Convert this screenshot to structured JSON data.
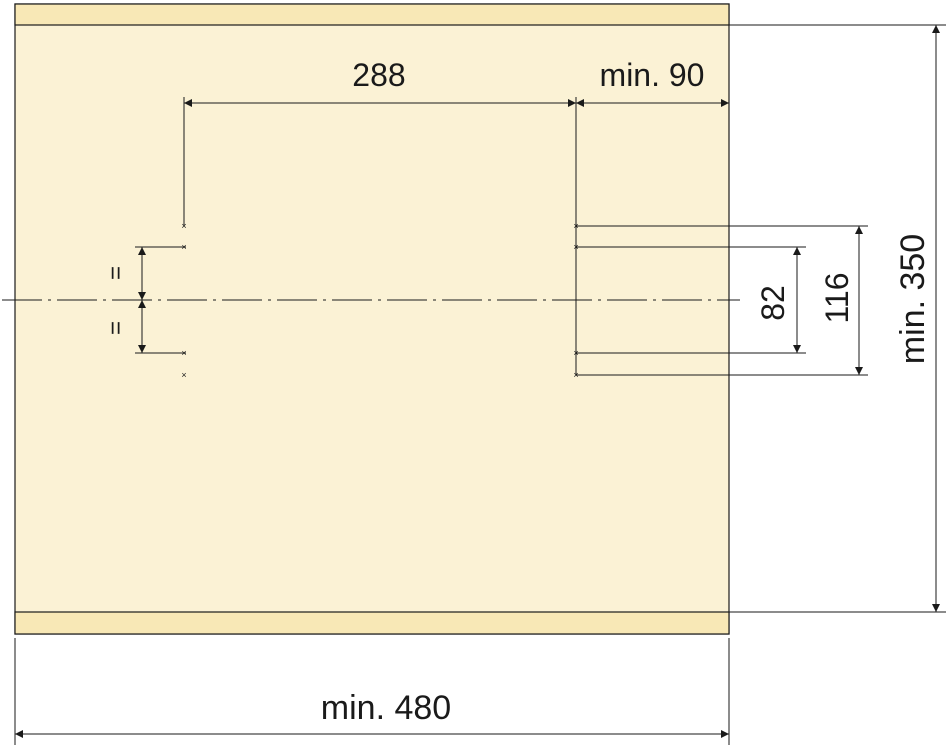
{
  "diagram": {
    "colors": {
      "panel_fill": "#fbf2d5",
      "strip_fill": "#f8e8b6",
      "line": "#1a1a1a"
    },
    "dimensions": {
      "hole_spacing": "288",
      "front_offset": "min. 90",
      "panel_width": "min. 480",
      "panel_height": "min. 350",
      "inner_pitch": "82",
      "outer_pitch": "116"
    },
    "equal_marks": [
      "=",
      "="
    ]
  }
}
